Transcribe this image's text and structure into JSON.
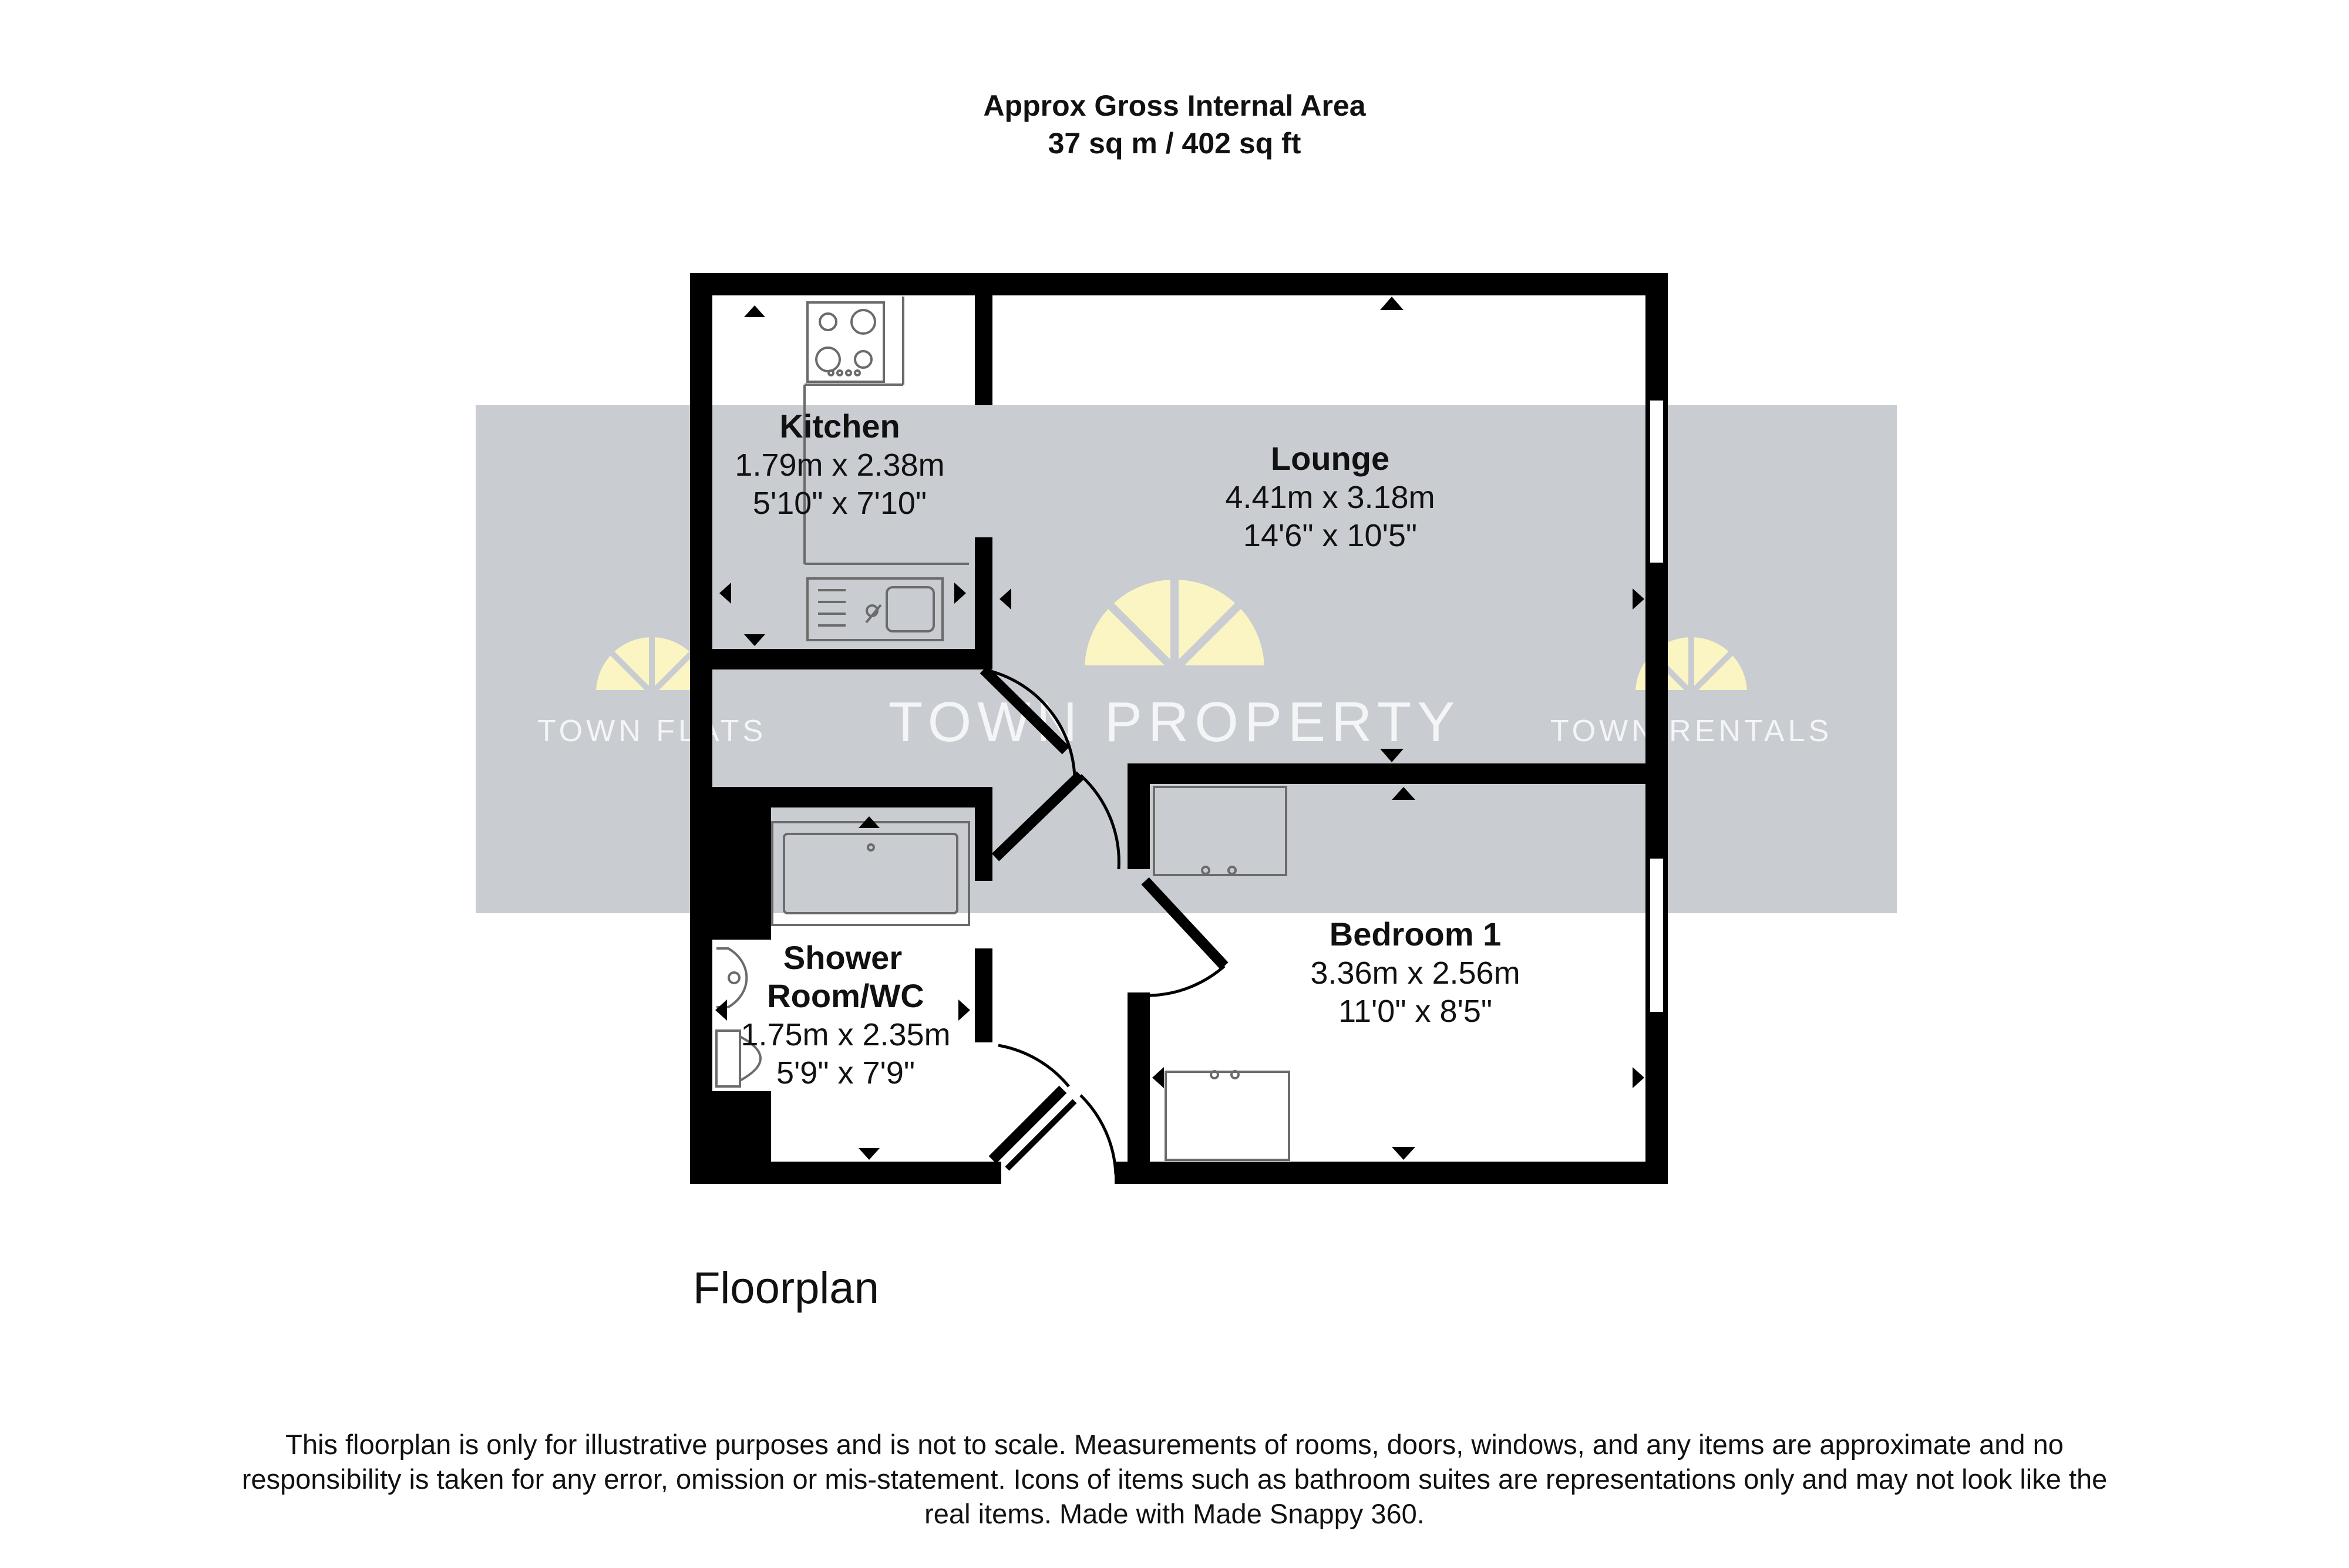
{
  "header": {
    "line1": "Approx Gross Internal Area",
    "line2": "37 sq m / 402 sq ft"
  },
  "watermark": {
    "left": "TOWN FLATS",
    "center": "TOWN PROPERTY",
    "right": "TOWN RENTALS",
    "band_color": "#c9ccd1",
    "sun_color": "#fbf5c3"
  },
  "rooms": {
    "kitchen": {
      "name": "Kitchen",
      "metric": "1.79m x 2.38m",
      "imperial": "5'10\" x 7'10\""
    },
    "lounge": {
      "name": "Lounge",
      "metric": "4.41m x 3.18m",
      "imperial": "14'6\" x 10'5\""
    },
    "bedroom": {
      "name": "Bedroom 1",
      "metric": "3.36m x 2.56m",
      "imperial": "11'0\" x 8'5\""
    },
    "shower": {
      "name_line1": "Shower",
      "name_line2": "Room/WC",
      "metric": "1.75m x 2.35m",
      "imperial": "5'9\" x 7'9\""
    }
  },
  "plan_label": "Floorplan",
  "disclaimer": "This floorplan is only for illustrative purposes and is not to scale. Measurements of rooms, doors, windows, and any items are approximate and no responsibility is taken for any error, omission or mis-statement. Icons of items such as bathroom suites are representations only and may not look like the real items. Made with Made Snappy 360.",
  "colors": {
    "wall": "#000000",
    "text": "#111111"
  }
}
